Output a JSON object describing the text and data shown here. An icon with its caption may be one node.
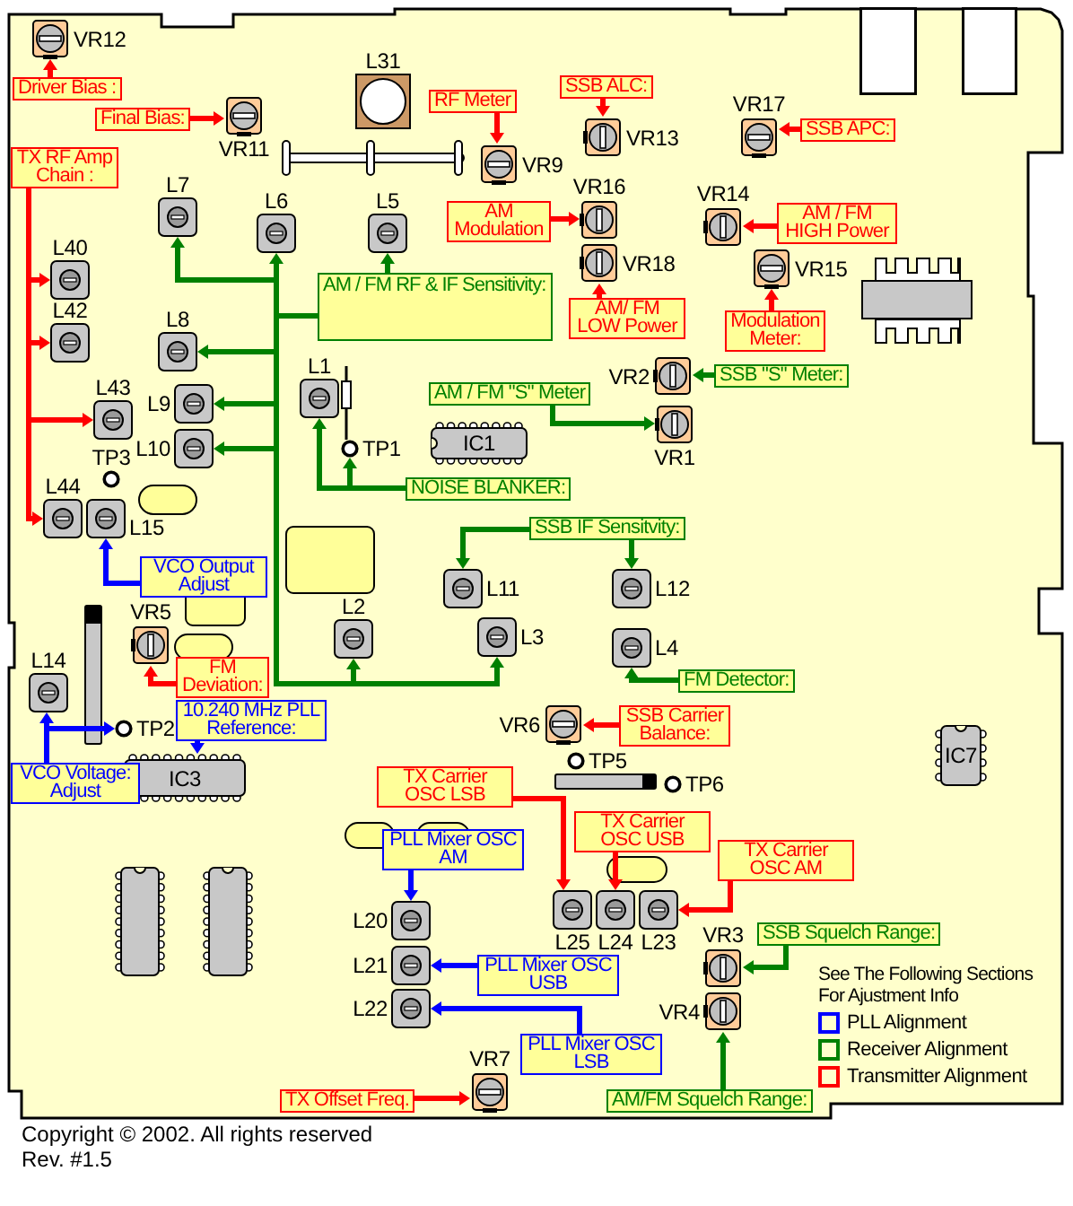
{
  "diagram": {
    "nodes": [
      {
        "text": [
          "VR12"
        ]
      },
      {
        "text": [
          "Driver Bias :"
        ]
      },
      {
        "text": [
          "Final Bias:"
        ]
      },
      {
        "text": [
          "VR11"
        ]
      },
      {
        "text": [
          "L31"
        ]
      },
      {
        "text": [
          "RF Meter"
        ]
      },
      {
        "text": [
          "VR9"
        ]
      },
      {
        "text": [
          "SSB ALC:"
        ]
      },
      {
        "text": [
          "VR13"
        ]
      },
      {
        "text": [
          "VR17"
        ]
      },
      {
        "text": [
          "SSB APC:"
        ]
      },
      {
        "text": [
          "TX RF Amp Chain :"
        ]
      },
      {
        "text": [
          "L7"
        ]
      },
      {
        "text": [
          "L6"
        ]
      },
      {
        "text": [
          "L5"
        ]
      },
      {
        "text": [
          "AM Modulation"
        ]
      },
      {
        "text": [
          "VR16"
        ]
      },
      {
        "text": [
          "VR14"
        ]
      },
      {
        "text": [
          "AM / FM HIGH Power"
        ]
      },
      {
        "text": [
          "VR18"
        ]
      },
      {
        "text": [
          "VR15"
        ]
      },
      {
        "text": [
          "L40"
        ]
      },
      {
        "text": [
          "AM / FM RF & IF Sensitivity:"
        ]
      },
      {
        "text": [
          "AM/ FM LOW Power"
        ]
      },
      {
        "text": [
          "Modulation Meter:"
        ]
      },
      {
        "text": [
          "L42"
        ]
      },
      {
        "text": [
          "L8"
        ]
      },
      {
        "text": [
          "VR2"
        ]
      },
      {
        "text": [
          "SSB \"S\" Meter:"
        ]
      },
      {
        "text": [
          "L1"
        ]
      },
      {
        "text": [
          "AM / FM \"S\" Meter"
        ]
      },
      {
        "text": [
          "L43"
        ]
      },
      {
        "text": [
          "L9"
        ]
      },
      {
        "text": [
          "VR1"
        ]
      },
      {
        "text": [
          "L10"
        ]
      },
      {
        "text": [
          "IC1"
        ]
      },
      {
        "text": [
          "TP1"
        ]
      },
      {
        "text": [
          "TP3"
        ]
      },
      {
        "text": [
          "NOISE BLANKER:"
        ]
      },
      {
        "text": [
          "L44"
        ]
      },
      {
        "text": [
          "L15"
        ]
      },
      {
        "text": [
          "SSB IF Sensitvity:"
        ]
      },
      {
        "text": [
          "VCO Output Adjust"
        ]
      },
      {
        "text": [
          "L11"
        ]
      },
      {
        "text": [
          "L12"
        ]
      },
      {
        "text": [
          "L2"
        ]
      },
      {
        "text": [
          "L3"
        ]
      },
      {
        "text": [
          "VR5"
        ]
      },
      {
        "text": [
          "L4"
        ]
      },
      {
        "text": [
          "L14"
        ]
      },
      {
        "text": [
          "FM Deviation:"
        ]
      },
      {
        "text": [
          "FM Detector:"
        ]
      },
      {
        "text": [
          "10.240 MHz PLL Reference:"
        ]
      },
      {
        "text": [
          "VR6"
        ]
      },
      {
        "text": [
          "SSB Carrier Balance:"
        ]
      },
      {
        "text": [
          "TP2"
        ]
      },
      {
        "text": [
          "TP5"
        ]
      },
      {
        "text": [
          "IC7"
        ]
      },
      {
        "text": [
          "TP6"
        ]
      },
      {
        "text": [
          "IC3"
        ]
      },
      {
        "text": [
          "VCO Voltage: Adjust"
        ]
      },
      {
        "text": [
          "TX Carrier OSC LSB"
        ]
      },
      {
        "text": [
          "TX Carrier OSC USB"
        ]
      },
      {
        "text": [
          "PLL Mixer OSC AM"
        ]
      },
      {
        "text": [
          "TX Carrier OSC AM"
        ]
      },
      {
        "text": [],
        "shape": "box"
      },
      {
        "text": [],
        "shape": "box"
      },
      {
        "text": [
          "L25"
        ]
      },
      {
        "text": [
          "L24"
        ]
      },
      {
        "text": [
          "L23"
        ]
      },
      {
        "text": [
          "L20"
        ]
      },
      {
        "text": [
          "SSB Squelch Range:"
        ]
      },
      {
        "text": [
          "VR3"
        ]
      },
      {
        "text": [
          "L21"
        ]
      },
      {
        "text": [
          "PLL Mixer OSC USB"
        ]
      },
      {
        "text": [
          "VR4"
        ]
      },
      {
        "text": [
          "L22"
        ]
      },
      {
        "text": [
          "PLL Mixer OSC LSB"
        ]
      },
      {
        "text": [
          "VR7"
        ]
      },
      {
        "text": [
          "TX Offset Freq."
        ]
      },
      {
        "text": [
          "AM/FM Squelch Range:"
        ]
      }
    ],
    "edges": [
      {
        "from": 1,
        "to": 0,
        "arrow": "to"
      },
      {
        "from": 2,
        "to": 3,
        "arrow": "to"
      },
      {
        "from": 5,
        "to": 6,
        "arrow": "to"
      },
      {
        "from": 7,
        "to": 8,
        "arrow": "to"
      },
      {
        "from": 10,
        "to": 9,
        "arrow": "to"
      },
      {
        "from": 11,
        "to": 21,
        "arrow": "to"
      },
      {
        "from": 11,
        "to": 25,
        "arrow": "to"
      },
      {
        "from": 11,
        "to": 31,
        "arrow": "to"
      },
      {
        "from": 11,
        "to": 39,
        "arrow": "to"
      },
      {
        "from": 15,
        "to": 16,
        "arrow": "to"
      },
      {
        "from": 18,
        "to": 17,
        "arrow": "to"
      },
      {
        "from": 23,
        "to": 19,
        "arrow": "to"
      },
      {
        "from": 24,
        "to": 20,
        "arrow": "to"
      },
      {
        "from": 22,
        "to": 12,
        "arrow": "to",
        "color": "#008000"
      },
      {
        "from": 22,
        "to": 13,
        "arrow": "to",
        "color": "#008000"
      },
      {
        "from": 22,
        "to": 14,
        "arrow": "to",
        "color": "#008000"
      },
      {
        "from": 22,
        "to": 26,
        "arrow": "to",
        "color": "#008000"
      },
      {
        "from": 22,
        "to": 32,
        "arrow": "to",
        "color": "#008000"
      },
      {
        "from": 22,
        "to": 34,
        "arrow": "to",
        "color": "#008000"
      },
      {
        "from": 22,
        "to": 45,
        "arrow": "to",
        "color": "#008000"
      },
      {
        "from": 22,
        "to": 46,
        "arrow": "to",
        "color": "#008000"
      },
      {
        "from": 28,
        "to": 27,
        "arrow": "to",
        "color": "#008000"
      },
      {
        "from": 30,
        "to": 33,
        "arrow": "to",
        "color": "#008000"
      },
      {
        "from": 38,
        "to": 29,
        "arrow": "to",
        "color": "#008000"
      },
      {
        "from": 38,
        "to": 36,
        "arrow": "to",
        "color": "#008000"
      },
      {
        "from": 41,
        "to": 43,
        "arrow": "to",
        "color": "#008000"
      },
      {
        "from": 41,
        "to": 44,
        "arrow": "to",
        "color": "#008000"
      },
      {
        "from": 42,
        "to": 40,
        "arrow": "to",
        "color": "#0000ff"
      },
      {
        "from": 50,
        "to": 47,
        "arrow": "to"
      },
      {
        "from": 51,
        "to": 48,
        "arrow": "to",
        "color": "#008000"
      },
      {
        "from": 52,
        "to": 59,
        "arrow": "to",
        "color": "#0000ff"
      },
      {
        "from": 54,
        "to": 53,
        "arrow": "to"
      },
      {
        "from": 60,
        "to": 49,
        "arrow": "to",
        "color": "#0000ff"
      },
      {
        "from": 60,
        "to": 55,
        "arrow": "to",
        "color": "#0000ff"
      },
      {
        "from": 61,
        "to": 67,
        "arrow": "to"
      },
      {
        "from": 62,
        "to": 68,
        "arrow": "to"
      },
      {
        "from": 64,
        "to": 69,
        "arrow": "to"
      },
      {
        "from": 63,
        "to": 70,
        "arrow": "to",
        "color": "#0000ff"
      },
      {
        "from": 71,
        "to": 72,
        "arrow": "to",
        "color": "#008000"
      },
      {
        "from": 74,
        "to": 73,
        "arrow": "to",
        "color": "#0000ff"
      },
      {
        "from": 77,
        "to": 76,
        "arrow": "to",
        "color": "#0000ff"
      },
      {
        "from": 79,
        "to": 78,
        "arrow": "to"
      },
      {
        "from": 80,
        "to": 75,
        "arrow": "to",
        "color": "#008000"
      }
    ],
    "labels": [
      "See The Following Sections For Ajustment Info",
      "Copyright © 2002. All rights reserved",
      "Rev. #1.5"
    ],
    "legend": [
      {
        "text": "PLL Alignment",
        "color": "#0000ff"
      },
      {
        "text": "Receiver Alignment",
        "color": "#008000"
      },
      {
        "text": "Transmitter Alignment",
        "color": "#ff0000"
      }
    ]
  }
}
